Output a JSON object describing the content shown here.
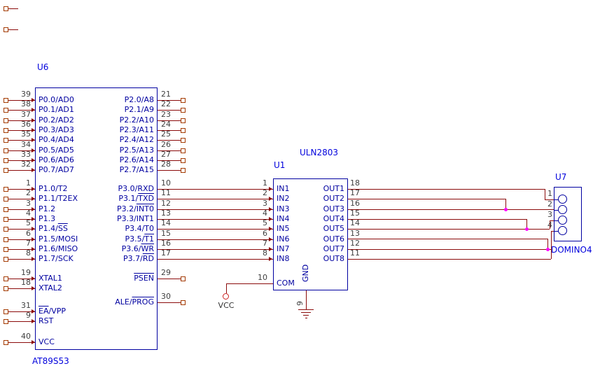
{
  "colors": {
    "background": "#ffffff",
    "wire": "#8b0b0b",
    "outline": "#0000a0",
    "pin_name": "#0000a0",
    "pin_number": "#3f3f3f",
    "ref_label": "#0000dc",
    "junction": "#ff00ff",
    "terminal": "#a33a00",
    "vcc": "#cc2222",
    "vcc_text": "#333333"
  },
  "chips": {
    "u6": {
      "ref": "U6",
      "value": "AT89S53",
      "left_groups": [
        [
          {
            "num": "39",
            "pre": "P0.0/AD0"
          },
          {
            "num": "38",
            "pre": "P0.1/AD1"
          },
          {
            "num": "37",
            "pre": "P0.2/AD2"
          },
          {
            "num": "36",
            "pre": "P0.3/AD3"
          },
          {
            "num": "35",
            "pre": "P0.4/AD4"
          },
          {
            "num": "34",
            "pre": "P0.5/AD5"
          },
          {
            "num": "33",
            "pre": "P0.6/AD6"
          },
          {
            "num": "32",
            "pre": "P0.7/AD7"
          }
        ],
        [
          {
            "num": "1",
            "pre": "P1.0/T2"
          },
          {
            "num": "2",
            "pre": "P1.1/T2EX"
          },
          {
            "num": "3",
            "pre": "P1.2"
          },
          {
            "num": "4",
            "pre": "P1.3"
          },
          {
            "num": "5",
            "pre": "P1.4/",
            "over": "SS"
          },
          {
            "num": "6",
            "pre": "P1.5/MOSI"
          },
          {
            "num": "7",
            "pre": "P1.6/MISO"
          },
          {
            "num": "8",
            "pre": "P1.7/SCK"
          }
        ],
        [
          {
            "num": "19",
            "pre": "XTAL1"
          },
          {
            "num": "18",
            "pre": "XTAL2"
          }
        ],
        [
          {
            "num": "31",
            "over": "EA",
            "post": "/VPP"
          },
          {
            "num": "9",
            "pre": "RST"
          }
        ],
        [
          {
            "num": "40",
            "pre": "VCC"
          }
        ]
      ],
      "right_groups": [
        [
          {
            "num": "21",
            "pre": "P2.0/A8"
          },
          {
            "num": "22",
            "pre": "P2.1/A9"
          },
          {
            "num": "23",
            "pre": "P2.2/A10"
          },
          {
            "num": "24",
            "pre": "P2.3/A11"
          },
          {
            "num": "25",
            "pre": "P2.4/A12"
          },
          {
            "num": "26",
            "pre": "P2.5/A13"
          },
          {
            "num": "27",
            "pre": "P2.6/A14"
          },
          {
            "num": "28",
            "pre": "P2.7/A15"
          }
        ],
        [
          {
            "num": "10",
            "pre": "P3.0/RXD"
          },
          {
            "num": "11",
            "pre": "P3.1/",
            "over": "TXD"
          },
          {
            "num": "12",
            "pre": "P3.2/",
            "over": "INT0"
          },
          {
            "num": "13",
            "pre": "P3.3/INT1"
          },
          {
            "num": "14",
            "pre": "P3.4/T0"
          },
          {
            "num": "15",
            "pre": "P3.5/",
            "over": "T1"
          },
          {
            "num": "16",
            "pre": "P3.6/",
            "over": "WR"
          },
          {
            "num": "17",
            "pre": "P3.7/",
            "over": "RD"
          }
        ],
        [
          {
            "num": "29",
            "over": "PSEN"
          }
        ],
        [
          {
            "num": "30",
            "pre": "ALE/",
            "over": "PROG"
          }
        ]
      ]
    },
    "u1": {
      "ref": "U1",
      "value": "ULN2803",
      "inputs": [
        {
          "num": "1",
          "pre": "IN1"
        },
        {
          "num": "2",
          "pre": "IN2"
        },
        {
          "num": "3",
          "pre": "IN3"
        },
        {
          "num": "4",
          "pre": "IN4"
        },
        {
          "num": "5",
          "pre": "IN5"
        },
        {
          "num": "6",
          "pre": "IN6"
        },
        {
          "num": "7",
          "pre": "IN7"
        },
        {
          "num": "8",
          "pre": "IN8"
        }
      ],
      "outputs": [
        {
          "num": "18",
          "pre": "OUT1"
        },
        {
          "num": "17",
          "pre": "OUT2"
        },
        {
          "num": "16",
          "pre": "OUT3"
        },
        {
          "num": "15",
          "pre": "OUT4"
        },
        {
          "num": "14",
          "pre": "OUT5"
        },
        {
          "num": "13",
          "pre": "OUT6"
        },
        {
          "num": "12",
          "pre": "OUT7"
        },
        {
          "num": "11",
          "pre": "OUT8"
        }
      ],
      "com": {
        "num": "10",
        "pre": "COM"
      },
      "gnd": {
        "num": "9",
        "pre": "GND"
      }
    },
    "u7": {
      "ref": "U7",
      "value": "DOMINO4",
      "pins": [
        {
          "num": "1"
        },
        {
          "num": "2"
        },
        {
          "num": "3"
        },
        {
          "num": "4"
        }
      ]
    }
  },
  "power": {
    "vcc": {
      "label": "VCC"
    }
  }
}
